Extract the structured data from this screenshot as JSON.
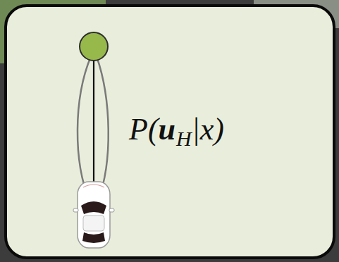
{
  "diagram": {
    "labels": [
      "P(",
      "u",
      "H",
      "|x)"
    ]
  }
}
